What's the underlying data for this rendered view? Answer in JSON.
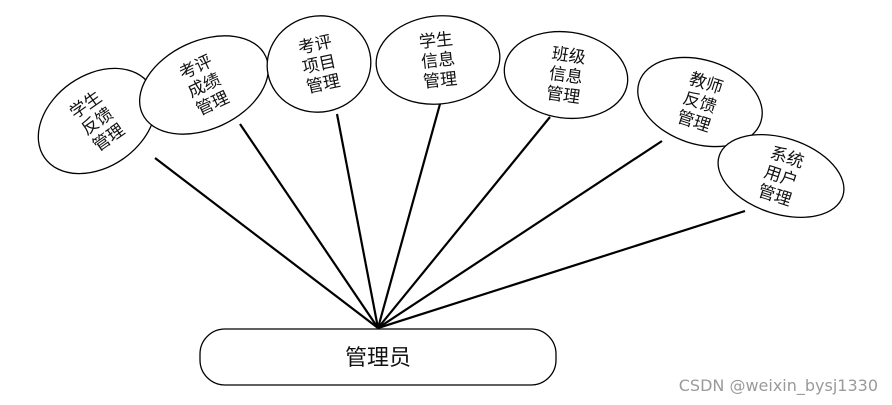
{
  "diagram": {
    "root": {
      "label": "管理员"
    },
    "modules": [
      {
        "lines": [
          "学生",
          "反馈",
          "管理"
        ]
      },
      {
        "lines": [
          "考评",
          "成绩",
          "管理"
        ]
      },
      {
        "lines": [
          "考评",
          "项目",
          "管理"
        ]
      },
      {
        "lines": [
          "学生",
          "信息",
          "管理"
        ]
      },
      {
        "lines": [
          "班级",
          "信息",
          "管理"
        ]
      },
      {
        "lines": [
          "教师",
          "反馈",
          "管理"
        ]
      },
      {
        "lines": [
          "系统",
          "用户",
          "管理"
        ]
      }
    ]
  },
  "watermark": "CSDN @weixin_bysj1330"
}
